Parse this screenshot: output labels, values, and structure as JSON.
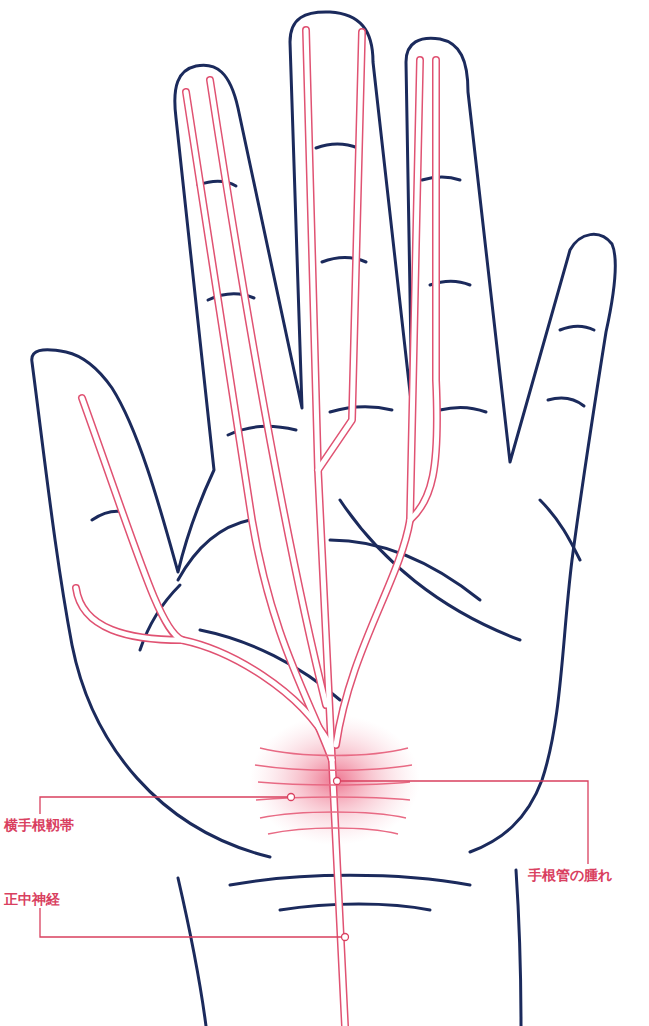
{
  "diagram": {
    "labels": [
      "横手根靱帯",
      "手根管の腫れ",
      "正中神経"
    ]
  }
}
